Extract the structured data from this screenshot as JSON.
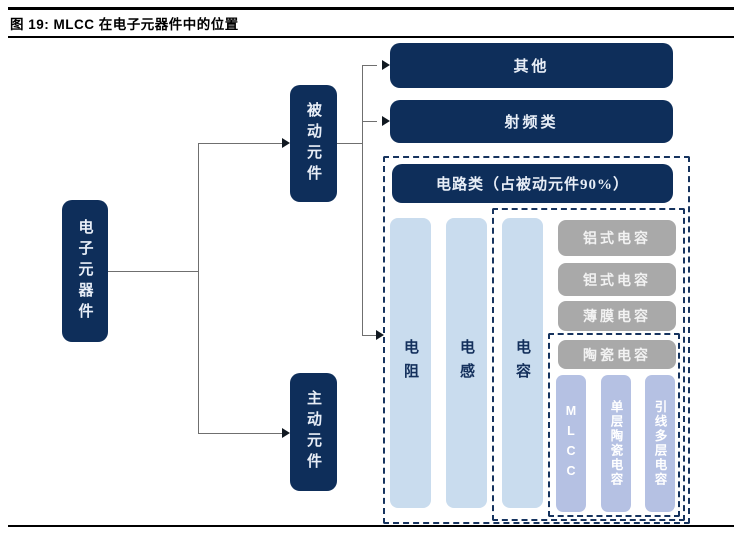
{
  "figure": {
    "title": "图 19:  MLCC 在电子元器件中的位置"
  },
  "colors": {
    "navy": "#0e2e5a",
    "light_blue_bar": "#c9dcee",
    "periwinkle_bar": "#b5c1e3",
    "gray_box": "#a9a9a9",
    "dashed_border": "#16335e",
    "connector_line": "#6f6f6f"
  },
  "tree": {
    "root": {
      "label": "电子元器件"
    },
    "level1": {
      "passive": {
        "label": "被动元件"
      },
      "active": {
        "label": "主动元件"
      }
    },
    "passive_children": {
      "other": {
        "label": "其他"
      },
      "rf": {
        "label": "射频类"
      },
      "circuit": {
        "label": "电路类（占被动元件90%）"
      }
    },
    "circuit_children": {
      "resistor": {
        "label": "电阻"
      },
      "inductor": {
        "label": "电感"
      },
      "capacitor": {
        "label": "电容"
      }
    },
    "capacitor_types": {
      "aluminum": {
        "label": "铝式电容"
      },
      "tantalum": {
        "label": "钽式电容"
      },
      "film": {
        "label": "薄膜电容"
      },
      "ceramic": {
        "label": "陶瓷电容"
      }
    },
    "ceramic_types": {
      "mlcc": {
        "label": "MLCC"
      },
      "single_layer": {
        "label": "单层陶瓷电容"
      },
      "leaded_multilayer": {
        "label": "引线多层电容"
      }
    }
  }
}
